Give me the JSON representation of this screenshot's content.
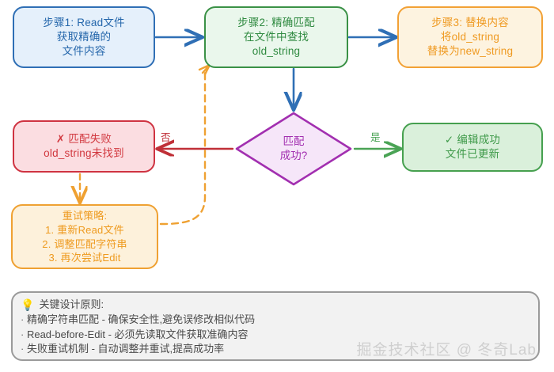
{
  "diagram": {
    "title": "Edit tool exact-match flow",
    "nodes": {
      "step1": {
        "name": "step1-read-file",
        "lines": [
          "步骤1: Read文件",
          "获取精确的",
          "文件内容"
        ],
        "fill": "#e5f0fb",
        "border": "#2f6fb5",
        "text": "#2466ab"
      },
      "step2": {
        "name": "step2-exact-match",
        "lines": [
          "步骤2: 精确匹配",
          "在文件中查找",
          "old_string"
        ],
        "fill": "#eaf7ec",
        "border": "#3a9146",
        "text": "#2f8a40"
      },
      "step3": {
        "name": "step3-replace",
        "lines": [
          "步骤3: 替换内容",
          "将old_string",
          "替换为new_string"
        ],
        "fill": "#fdf3e0",
        "border": "#f2a135",
        "text": "#ef9a22"
      },
      "decision": {
        "name": "match-success-decision",
        "lines": [
          "匹配",
          "成功?"
        ],
        "fill": "#f6e6f9",
        "border": "#a22fb0",
        "text": "#a22fb0"
      },
      "failure": {
        "name": "match-failure",
        "lines": [
          "✗ 匹配失败",
          "old_string未找到"
        ],
        "fill": "#fbdde1",
        "border": "#cf3341",
        "text": "#d1383f"
      },
      "success": {
        "name": "edit-success",
        "lines": [
          "✓ 编辑成功",
          "文件已更新"
        ],
        "fill": "#daf0db",
        "border": "#46a04f",
        "text": "#3f9a4a"
      },
      "retry": {
        "name": "retry-strategy",
        "title": "重试策略:",
        "lines": [
          "1. 重新Read文件",
          "2. 调整匹配字符串",
          "3. 再次尝试Edit"
        ],
        "fill": "#fdf1db",
        "border": "#efa132",
        "text": "#ee9b20"
      }
    },
    "edges": {
      "step1_to_step2": {
        "name": "edge-step1-step2",
        "label": "",
        "color": "#2f6fb5"
      },
      "step2_to_decision": {
        "name": "edge-step2-decision",
        "label": "",
        "color": "#2f6fb5"
      },
      "step3_in": {
        "name": "edge-to-step3",
        "label": "",
        "color": "#2f6fb5"
      },
      "decision_no": {
        "name": "edge-decision-failure",
        "label": "否",
        "color": "#c03038"
      },
      "decision_yes": {
        "name": "edge-decision-success",
        "label": "是",
        "color": "#4aa355"
      },
      "failure_to_retry": {
        "name": "edge-failure-retry",
        "label": "",
        "color": "#efa132"
      },
      "retry_to_step2": {
        "name": "edge-retry-step2",
        "label": "",
        "color": "#efa132"
      }
    }
  },
  "notes": {
    "icon": "lightbulb-icon",
    "icon_glyph": "💡",
    "heading": "关键设计原则:",
    "items": [
      "精确字符串匹配 - 确保安全性,避免误修改相似代码",
      "Read-before-Edit - 必须先读取文件获取准确内容",
      "失败重试机制 - 自动调整并重试,提高成功率"
    ]
  },
  "watermark": {
    "text": "掘金技术社区 @ 冬奇Lab"
  }
}
